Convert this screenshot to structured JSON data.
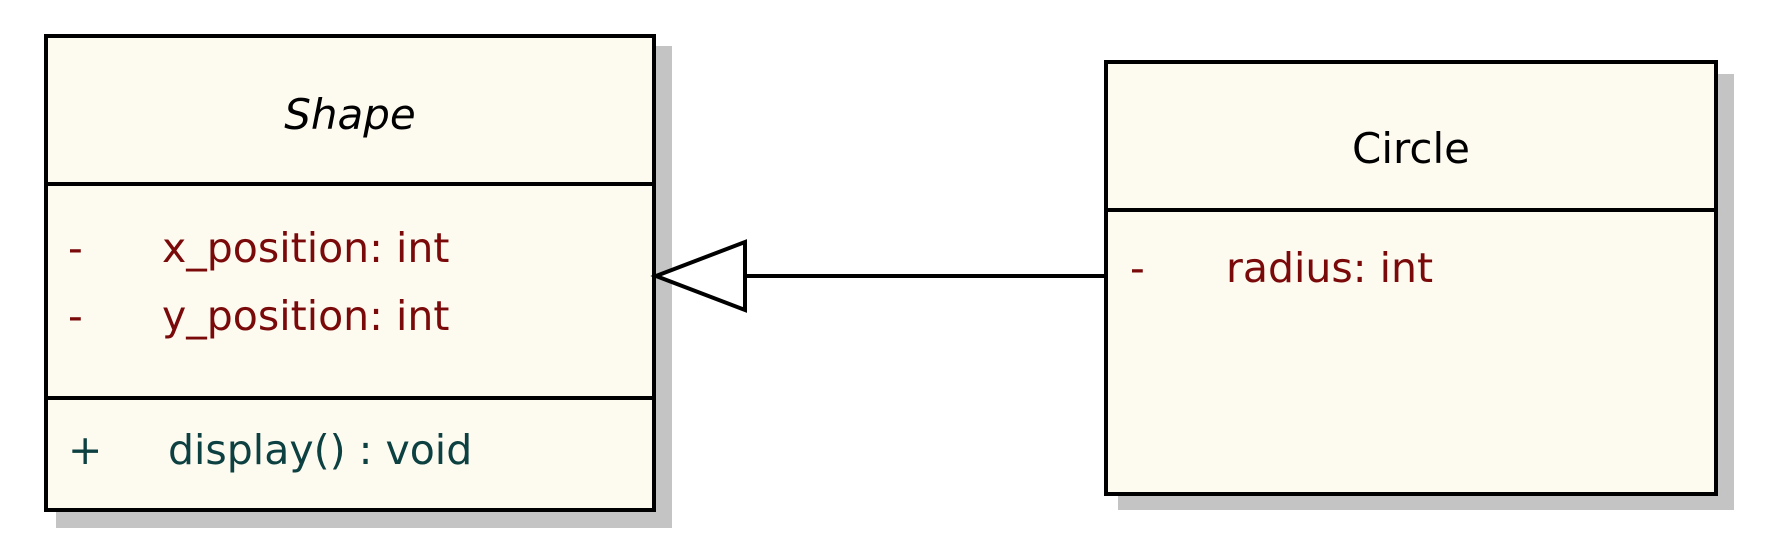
{
  "diagram": {
    "shape_class": {
      "name": "Shape",
      "attributes": [
        {
          "visibility": "-",
          "text": "x_position:  int"
        },
        {
          "visibility": "-",
          "text": "y_position:  int"
        }
      ],
      "operations": [
        {
          "visibility": "+",
          "text": "display() : void"
        }
      ]
    },
    "circle_class": {
      "name": "Circle",
      "attributes": [
        {
          "visibility": "-",
          "text": "radius:  int"
        }
      ]
    }
  },
  "colors": {
    "class_fill": "#fdfaf0",
    "border": "#000000",
    "shadow": "#c4c4c4",
    "attribute_text": "#7a0a0a",
    "operation_text": "#0d4040"
  }
}
